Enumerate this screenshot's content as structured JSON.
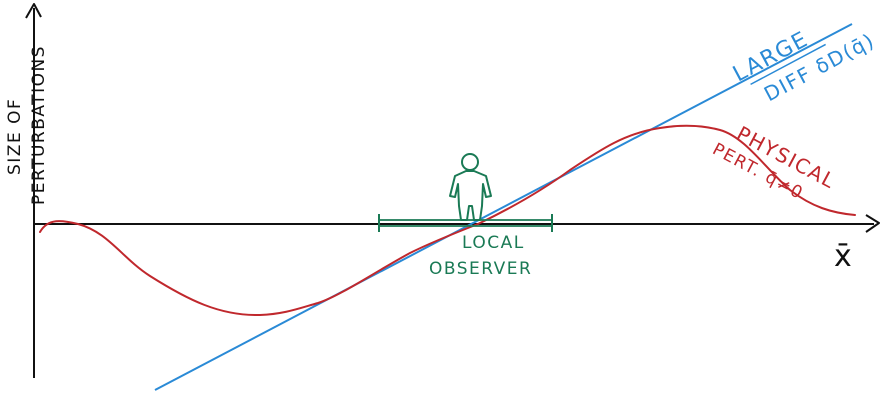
{
  "axes": {
    "y_label_line1": "SIZE OF",
    "y_label_line2": "PERTURBATIONS",
    "x_label": "x̄"
  },
  "large_diff": {
    "line1": "LARGE",
    "line2": "DIFF δD(q̄)",
    "color": "#2a8ad6"
  },
  "physical": {
    "line1": "PHYSICAL",
    "line2": "PERT. q̄≠0",
    "color": "#c0282d"
  },
  "observer": {
    "line1": "LOCAL",
    "line2": "OBSERVER",
    "color": "#1a7a55"
  }
}
